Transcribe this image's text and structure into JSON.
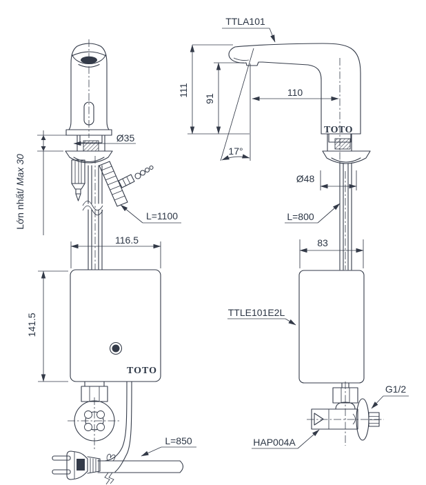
{
  "product": {
    "spout_model": "TTLA101",
    "controller_model": "TTLE101E2L",
    "valve_model": "HAP004A",
    "thread_size": "G1/2",
    "brand_logo": "TOTO"
  },
  "dimensions": {
    "overall_height": "111",
    "sensor_height": "91",
    "spout_reach": "110",
    "spray_angle": "17°",
    "shank_diameter": "Ø35",
    "flange_diameter": "Ø48",
    "deck_max_label_vi": "Lớn nhất/",
    "deck_max_label_en": " Max 30",
    "sensor_cable_length": "L=1100",
    "supply_hose_length": "L=800",
    "power_cord_length": "L=850",
    "controller_width": "116.5",
    "controller_height": "141.5",
    "controller_depth": "83"
  }
}
